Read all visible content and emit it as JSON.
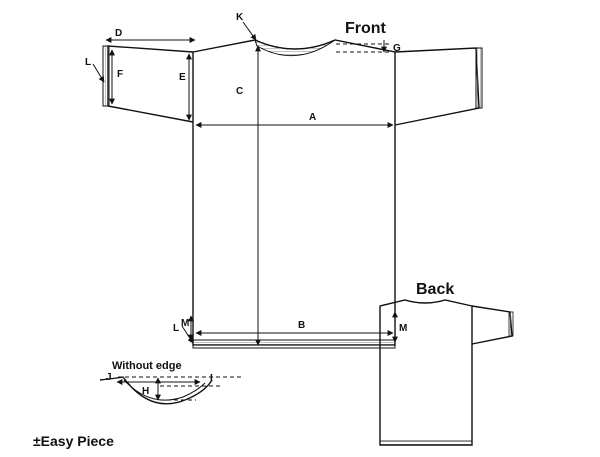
{
  "views": {
    "front_label": "Front",
    "back_label": "Back"
  },
  "measure_labels": {
    "A": "A",
    "B": "B",
    "C": "C",
    "D": "D",
    "E": "E",
    "F": "F",
    "G": "G",
    "H": "H",
    "J": "J",
    "K": "K",
    "L": "L",
    "M": "M"
  },
  "collar_detail": {
    "caption": "Without edge"
  },
  "brand": {
    "name": "±Easy Piece"
  }
}
